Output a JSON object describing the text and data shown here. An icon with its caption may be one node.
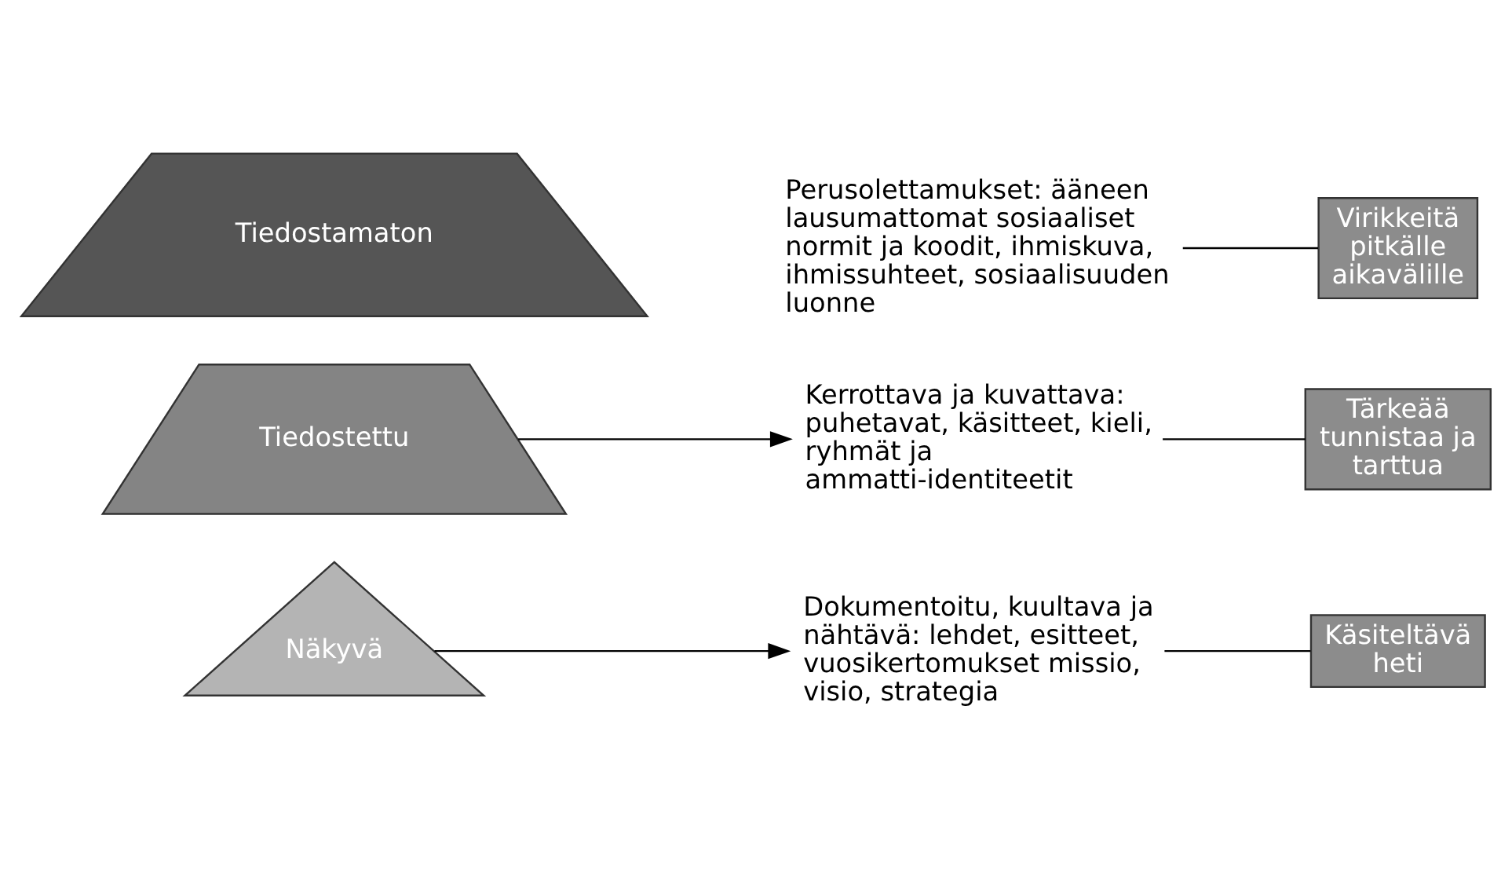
{
  "diagram": {
    "nodes": [
      {
        "text": [
          "Näkyvä"
        ]
      },
      {
        "text": [
          "Tiedostettu"
        ]
      },
      {
        "text": [
          "Tiedostamaton"
        ]
      },
      {
        "text": [
          "Dokumentoitu, kuultava ja nähtävä: lehdet, esitteet, vuosikertomukset missio, visio, strategia"
        ]
      },
      {
        "text": [
          "Kerrottava ja kuvattava: puhetavat, käsitteet, kieli, ryhmät ja ammatti-identiteetit"
        ]
      },
      {
        "text": [
          "Perusolettamukset: ääneen lausumattomat sosiaaliset normit ja koodit, ihmiskuva, ihmissuhteet, sosiaalisuuden luonne"
        ]
      },
      {
        "text": [
          "Käsiteltävä heti"
        ]
      },
      {
        "text": [
          "Tärkeää tunnistaa ja tarttua"
        ]
      },
      {
        "text": [
          "Virikkeitä pitkälle aikavälille"
        ]
      }
    ],
    "edges": [
      {
        "from": 0,
        "to": 3,
        "arrow": "to"
      },
      {
        "from": 1,
        "to": 4,
        "arrow": "to"
      },
      {
        "from": 3,
        "to": 6,
        "arrow": "none"
      },
      {
        "from": 4,
        "to": 7,
        "arrow": "none"
      },
      {
        "from": 5,
        "to": 8,
        "arrow": "none"
      }
    ]
  }
}
